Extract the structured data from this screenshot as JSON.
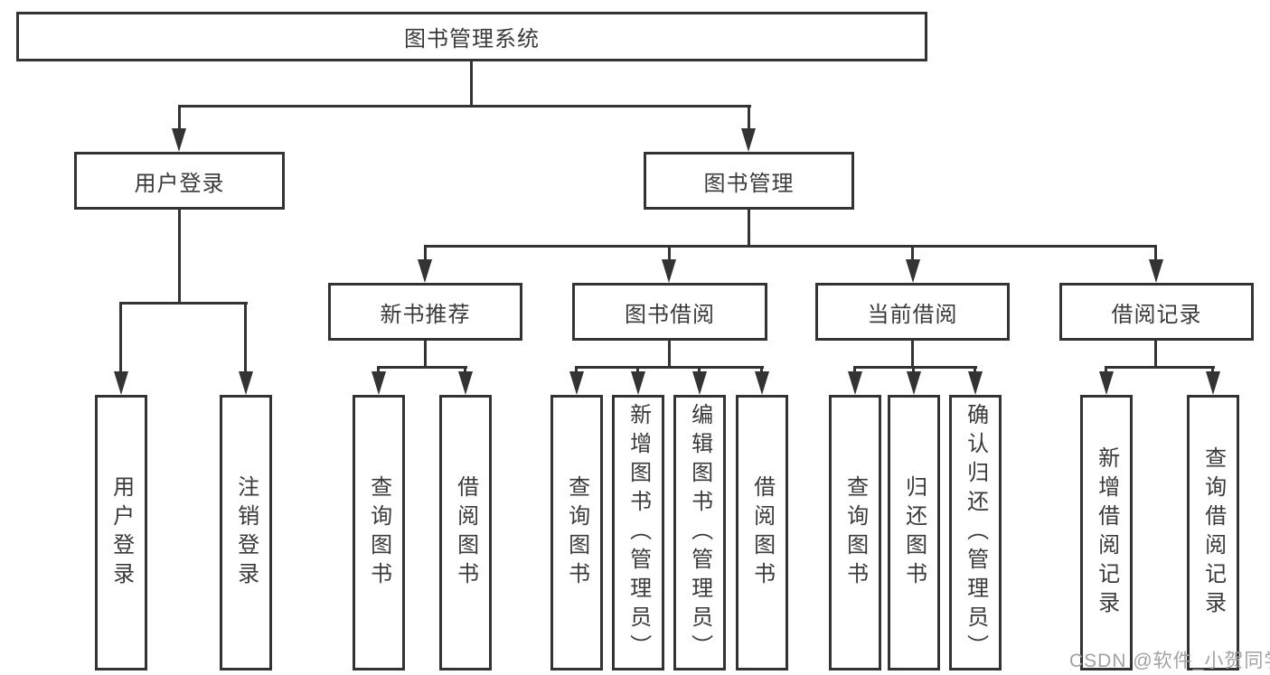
{
  "root": {
    "label": "图书管理系统"
  },
  "level2": {
    "user_login": {
      "label": "用户登录"
    },
    "book_mgmt": {
      "label": "图书管理"
    }
  },
  "level3": {
    "new_books": {
      "label": "新书推荐"
    },
    "borrowing": {
      "label": "图书借阅"
    },
    "current": {
      "label": "当前借阅"
    },
    "records": {
      "label": "借阅记录"
    }
  },
  "leaves": {
    "user_login": {
      "label": "用户登录"
    },
    "logout": {
      "label": "注销登录"
    },
    "nb_query": {
      "label": "查询图书"
    },
    "nb_borrow": {
      "label": "借阅图书"
    },
    "bb_query": {
      "label": "查询图书"
    },
    "bb_add": {
      "label": "新增图书（管理员）"
    },
    "bb_edit": {
      "label": "编辑图书（管理员）"
    },
    "bb_borrow": {
      "label": "借阅图书"
    },
    "cb_query": {
      "label": "查询图书"
    },
    "cb_return": {
      "label": "归还图书"
    },
    "cb_confirm": {
      "label": "确认归还（管理员）"
    },
    "rec_add": {
      "label": "新增借阅记录"
    },
    "rec_query": {
      "label": "查询借阅记录"
    }
  },
  "watermark": {
    "text": "CSDN @软件_小贺同学"
  },
  "colors": {
    "line": "#333333",
    "border": "#333333",
    "text": "#3a3a3a",
    "watermark": "#a2a2a2",
    "background": "#ffffff"
  }
}
